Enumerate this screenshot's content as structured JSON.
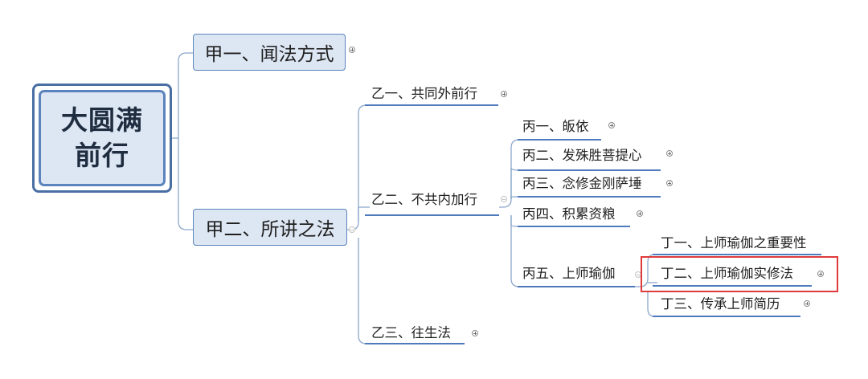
{
  "mindmap": {
    "root": {
      "line1": "大圆满",
      "line2": "前行"
    },
    "main_topics": [
      {
        "label": "甲一、闻法方式"
      },
      {
        "label": "甲二、所讲之法"
      }
    ],
    "level2": [
      {
        "label": "乙一、共同外前行"
      },
      {
        "label": "乙二、不共内加行"
      },
      {
        "label": "乙三、往生法"
      }
    ],
    "level3": [
      {
        "label": "丙一、皈依"
      },
      {
        "label": "丙二、发殊胜菩提心"
      },
      {
        "label": "丙三、念修金刚萨埵"
      },
      {
        "label": "丙四、积累资粮"
      },
      {
        "label": "丙五、上师瑜伽"
      }
    ],
    "level4": [
      {
        "label": "丁一、上师瑜伽之重要性"
      },
      {
        "label": "丁二、上师瑜伽实修法"
      },
      {
        "label": "丁三、传承上师简历"
      }
    ]
  },
  "colors": {
    "connector": "#8ba8cc",
    "underline": "#4f7bbd",
    "root_fill": "#dde6f3",
    "root_border": "#4a6fa5",
    "highlight": "#e03a3a"
  }
}
